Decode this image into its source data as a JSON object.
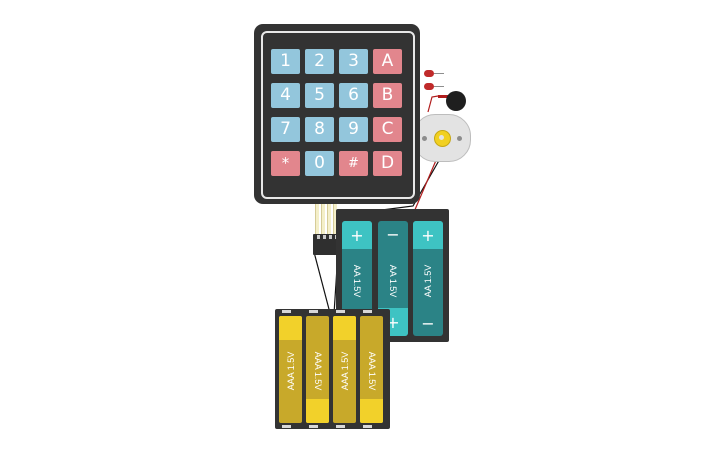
{
  "keypad": {
    "keys": [
      {
        "label": "1",
        "color": "#93c6dc"
      },
      {
        "label": "2",
        "color": "#93c6dc"
      },
      {
        "label": "3",
        "color": "#93c6dc"
      },
      {
        "label": "A",
        "color": "#e2868d"
      },
      {
        "label": "4",
        "color": "#93c6dc"
      },
      {
        "label": "5",
        "color": "#93c6dc"
      },
      {
        "label": "6",
        "color": "#93c6dc"
      },
      {
        "label": "B",
        "color": "#e2868d"
      },
      {
        "label": "7",
        "color": "#93c6dc"
      },
      {
        "label": "8",
        "color": "#93c6dc"
      },
      {
        "label": "9",
        "color": "#93c6dc"
      },
      {
        "label": "C",
        "color": "#e2868d"
      },
      {
        "label": "*",
        "color": "#e2868d"
      },
      {
        "label": "0",
        "color": "#93c6dc"
      },
      {
        "label": "#",
        "color": "#e2868d"
      },
      {
        "label": "D",
        "color": "#e2868d"
      }
    ]
  },
  "aa_pack": {
    "cells": [
      {
        "label": "AA 1.5V",
        "top_sign": "+",
        "bottom_sign": ""
      },
      {
        "label": "AA 1.5V",
        "top_sign": "−",
        "bottom_sign": "+"
      },
      {
        "label": "AA 1.5V",
        "top_sign": "+",
        "bottom_sign": "−"
      }
    ],
    "colors": {
      "body": "#2b8386",
      "cap": "#3ec3c3"
    }
  },
  "aaa_pack": {
    "cells": [
      {
        "label": "AAA 1.5V"
      },
      {
        "label": "AAA 1.5V"
      },
      {
        "label": "AAA 1.5V"
      },
      {
        "label": "AAA 1.5V"
      }
    ],
    "colors": {
      "body": "#c8a92a",
      "cap": "#f2d12a"
    }
  },
  "components": {
    "motor_color": "#e3e3e3",
    "led_color": "#c02a2a",
    "wire_colors": {
      "positive": "#b11d1d",
      "negative": "#111111"
    }
  }
}
